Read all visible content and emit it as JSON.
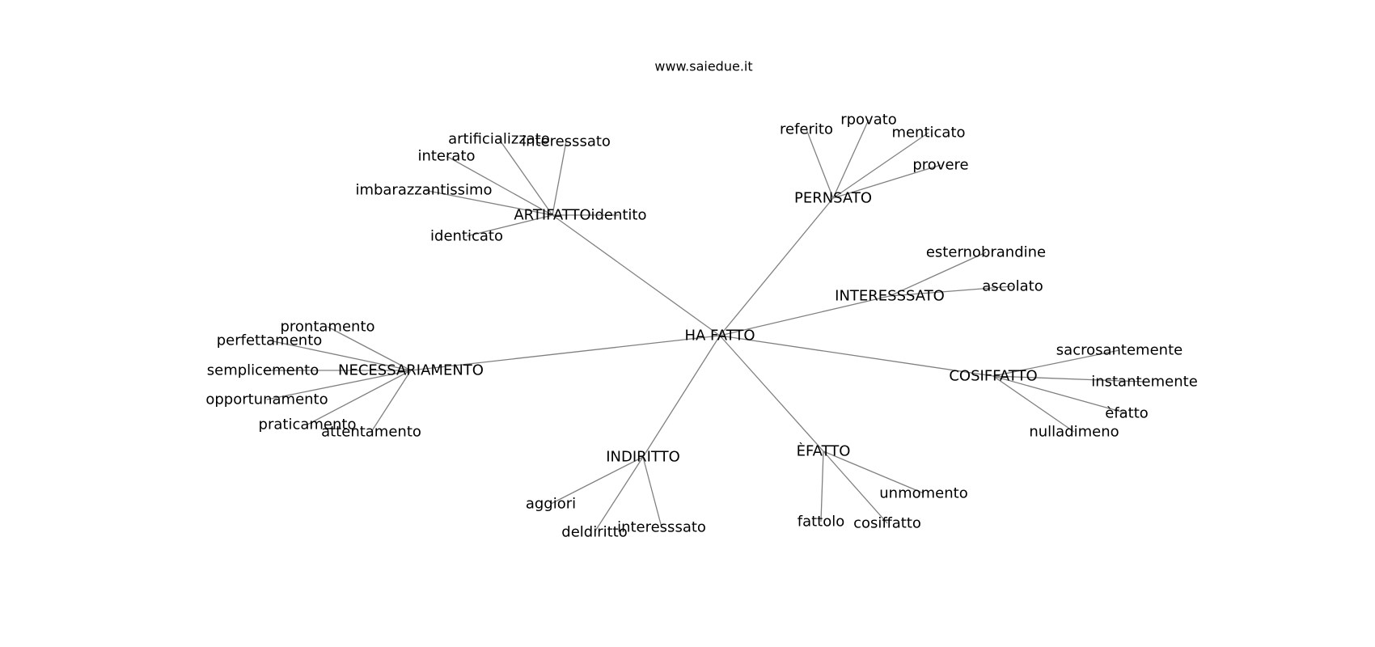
{
  "title": "www.saiedue.it",
  "center": "HA FATTO",
  "groups": [
    {
      "hub": "ARTIFATTO",
      "leaves": [
        "artificializzato",
        "interesssato",
        "interato",
        "imbarazzantissimo",
        "identito",
        "identicato"
      ]
    },
    {
      "hub": "PERNSATO",
      "leaves": [
        "referito",
        "rpovato",
        "menticato",
        "provere"
      ]
    },
    {
      "hub": "INTERESSSATO",
      "leaves": [
        "esternobrandine",
        "ascolato"
      ]
    },
    {
      "hub": "NECESSARIAMENTO",
      "leaves": [
        "prontamento",
        "perfettamento",
        "semplicemento",
        "opportunamento",
        "praticamento",
        "attentamento"
      ]
    },
    {
      "hub": "COSIFFATTO",
      "leaves": [
        "sacrosantemente",
        "instantemente",
        "èfatto",
        "nulladimeno"
      ]
    },
    {
      "hub": "INDIRITTO",
      "leaves": [
        "aggiori",
        "deldiritto",
        "interesssato"
      ]
    },
    {
      "hub": "ÈFATTO",
      "leaves": [
        "unmomento",
        "fattolo",
        "cosiffatto"
      ]
    }
  ]
}
